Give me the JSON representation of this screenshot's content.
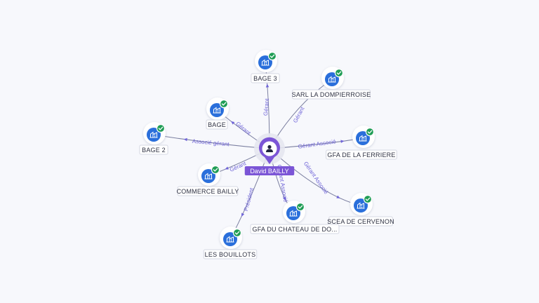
{
  "colors": {
    "accent": "#7b55d6",
    "company_blue": "#2a6fdb",
    "check_green": "#1f9d55",
    "edge": "#7b7fa0",
    "edge_label": "#6f64d8"
  },
  "icons": {
    "center": "person-icon",
    "company": "building-icon",
    "verified": "check-badge-icon"
  },
  "center": {
    "name": "David BAILLY"
  },
  "nodes": [
    {
      "id": "bage3",
      "label": "BAGE 3",
      "relation": "Gérant"
    },
    {
      "id": "sarl",
      "label": "SARL LA DOMPIERROISE",
      "relation": "Gérant"
    },
    {
      "id": "bage",
      "label": "BAGE",
      "relation": "Gérant"
    },
    {
      "id": "bage2",
      "label": "BAGE 2",
      "relation": "Associé gérant"
    },
    {
      "id": "gfa_ferriere",
      "label": "GFA DE LA FERRIERE",
      "relation": "Gérant Associé"
    },
    {
      "id": "commerce",
      "label": "COMMERCE BAILLY",
      "relation": "Gérant"
    },
    {
      "id": "scea",
      "label": "SCEA DE CERVENON",
      "relation": "Gérant Associé"
    },
    {
      "id": "gfa_chateau",
      "label": "GFA DU CHATEAU DE DO...",
      "relation": "Gérant Associé"
    },
    {
      "id": "bouillots",
      "label": "LES BOUILLOTS",
      "relation": "Président"
    }
  ]
}
